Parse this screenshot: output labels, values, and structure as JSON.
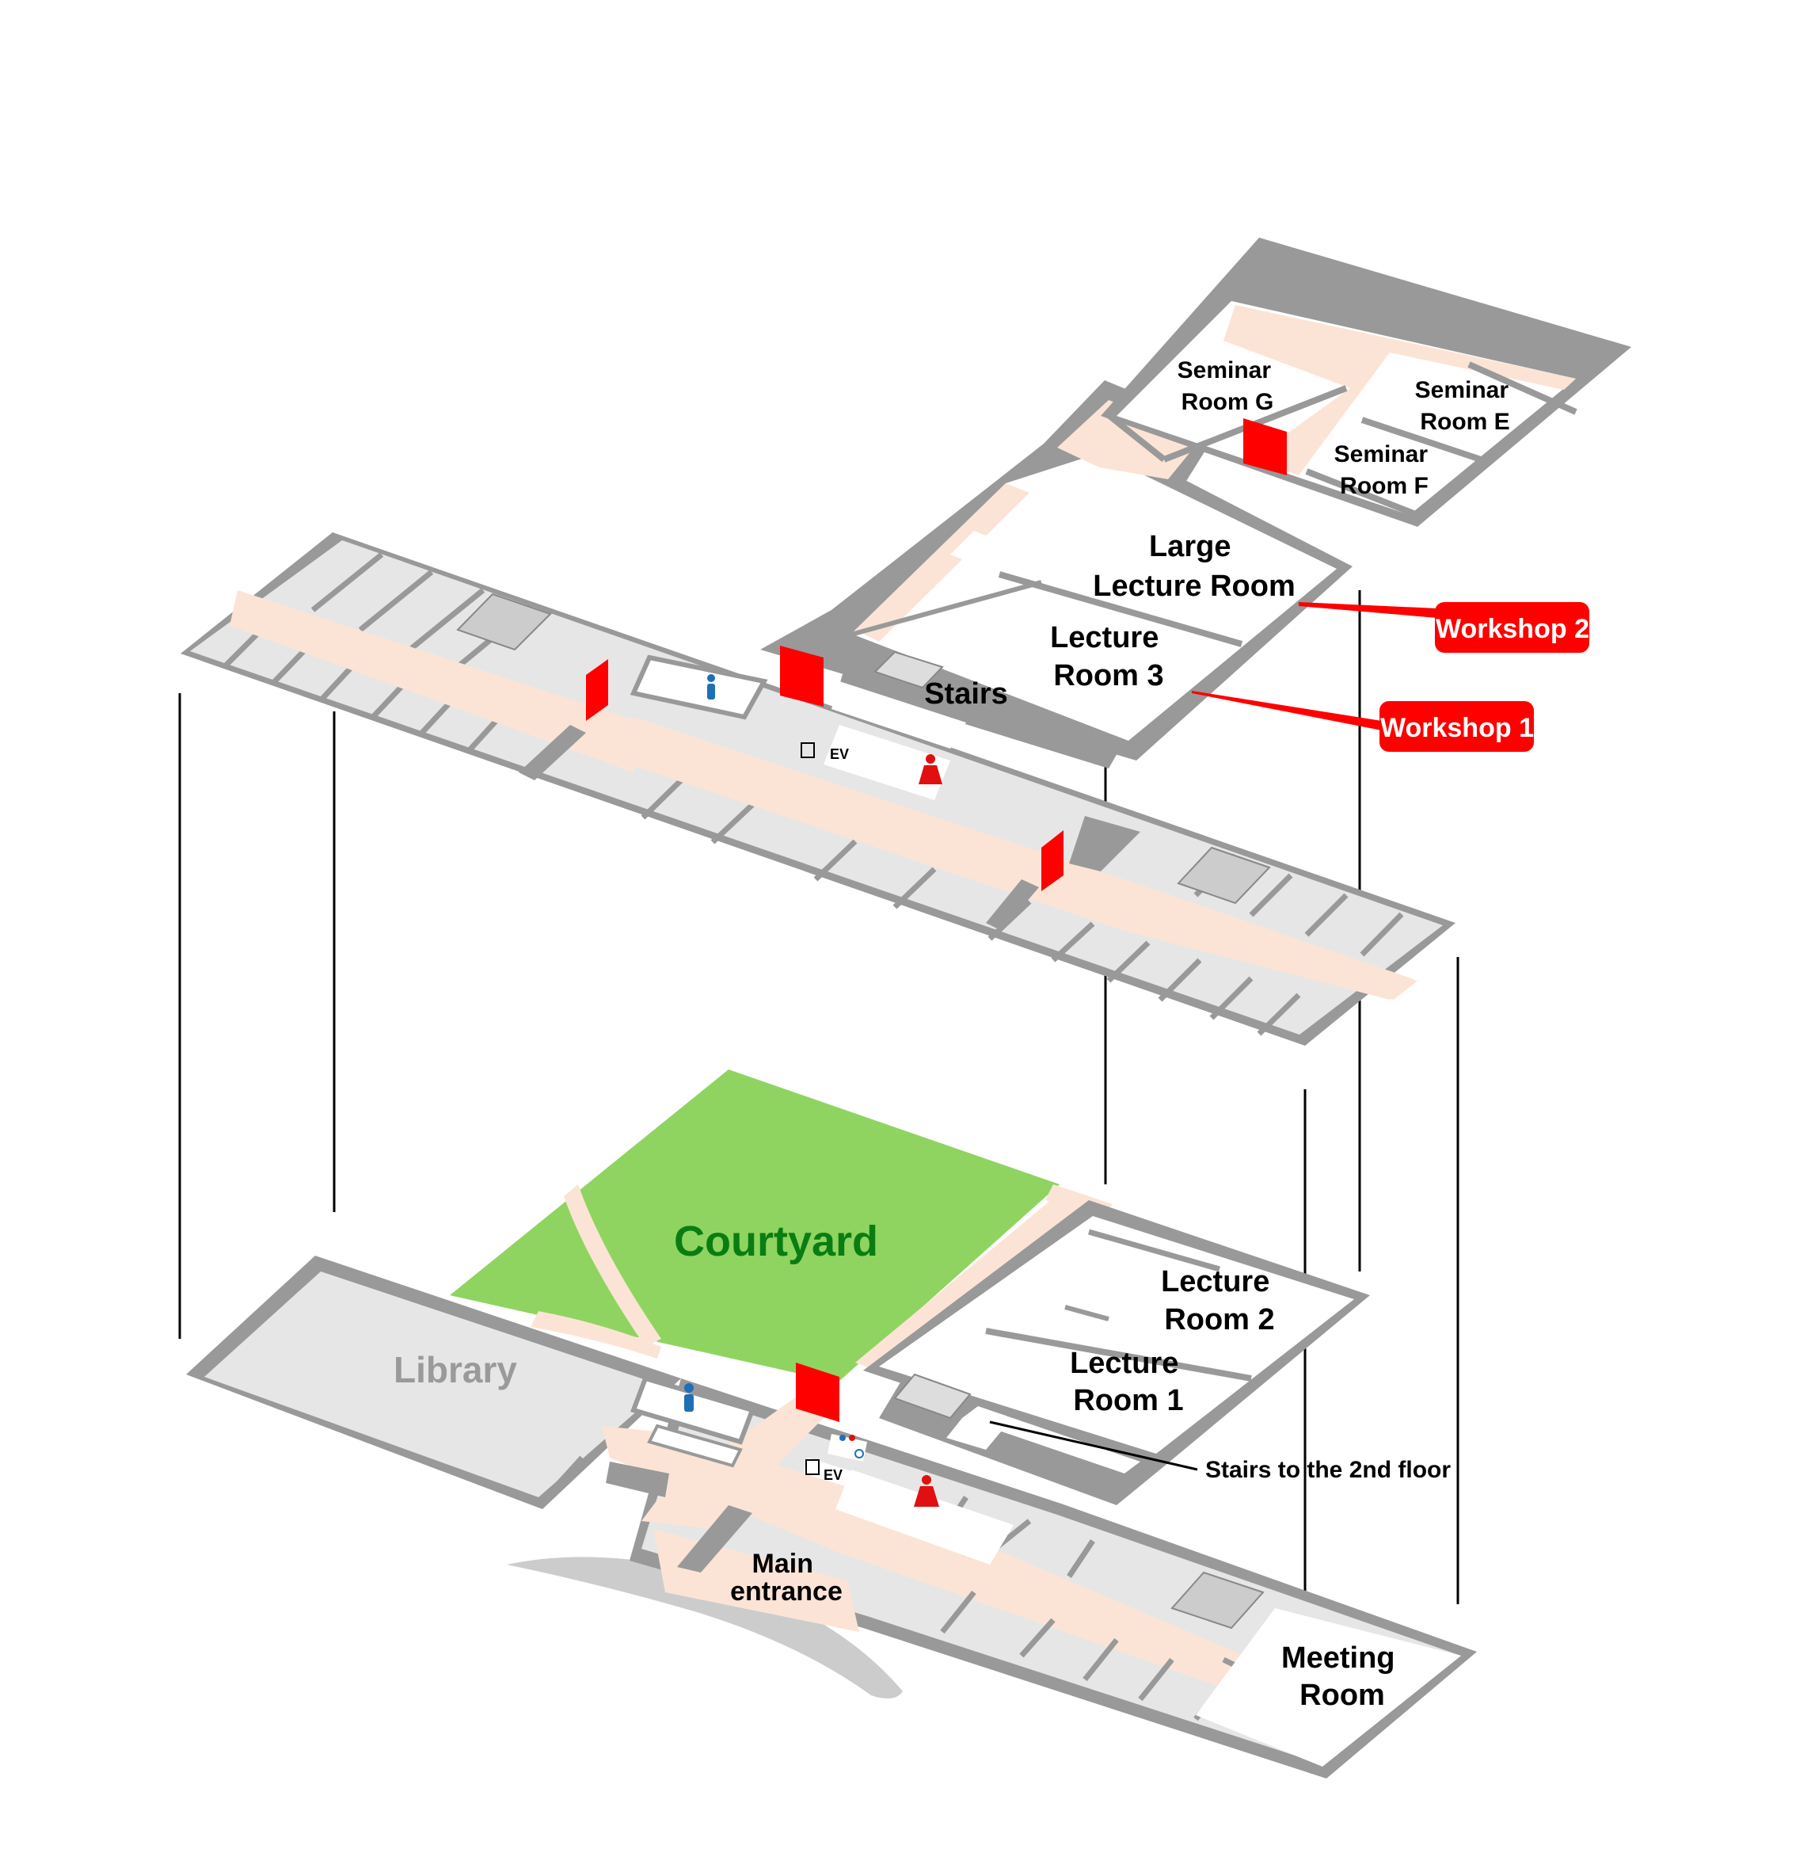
{
  "colors": {
    "wall": "#999999",
    "room": "#e6e6e6",
    "corridor": "#fbe4d6",
    "courtyard": "#8fd460",
    "marker": "#ff0000",
    "men": "#1f6fb5",
    "women": "#e01010",
    "courtyard_text": "#0a7d12",
    "library_text": "#9a9a9a"
  },
  "second_floor": {
    "seminar_g": [
      "Seminar",
      "Room G"
    ],
    "seminar_e": [
      "Seminar",
      "Room E"
    ],
    "seminar_f": [
      "Seminar",
      "Room F"
    ],
    "large_lecture": [
      "Large",
      "Lecture Room"
    ],
    "lecture_3": [
      "Lecture",
      "Room 3"
    ],
    "stairs": "Stairs",
    "elevator": "EV",
    "callouts": {
      "workshop_2": "Workshop 2",
      "workshop_1": "Workshop 1"
    }
  },
  "first_floor": {
    "courtyard": "Courtyard",
    "library": "Library",
    "lecture_2": [
      "Lecture",
      "Room 2"
    ],
    "lecture_1": [
      "Lecture",
      "Room 1"
    ],
    "stairs_note": "Stairs to the 2nd floor",
    "elevator": "EV",
    "main_entrance": [
      "Main",
      "entrance"
    ],
    "meeting_room": [
      "Meeting",
      "Room"
    ]
  },
  "icons": [
    "man-restroom-icon",
    "woman-restroom-icon",
    "elevator-icon",
    "accessible-restroom-icon",
    "stairs-icon",
    "door-marker-icon"
  ]
}
